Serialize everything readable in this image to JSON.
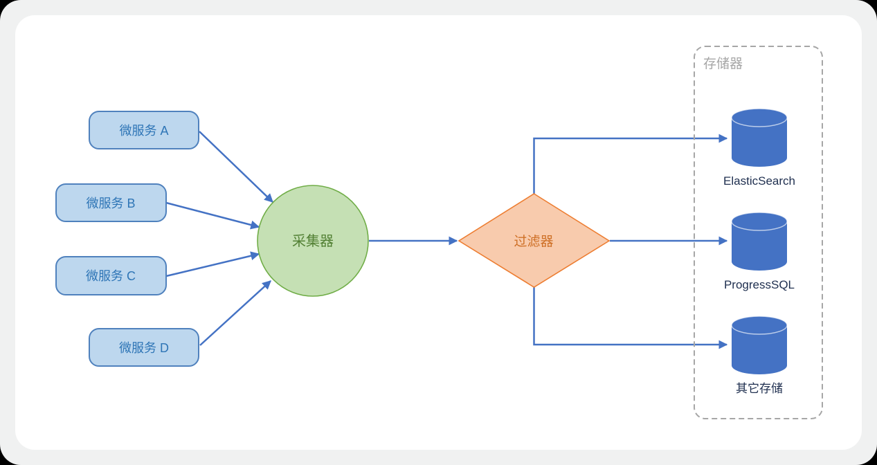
{
  "page": {
    "background": "#000000",
    "frame_color": "#f0f1f1",
    "canvas_color": "#ffffff"
  },
  "colors": {
    "arrow": "#4472C4",
    "service_fill": "#BDD7EE",
    "service_border": "#4F81BD",
    "service_text": "#2E75B6",
    "collector_fill": "#C5E0B4",
    "collector_border": "#70AD47",
    "collector_text": "#538135",
    "filter_fill": "#F8CBAD",
    "filter_border": "#ED7D31",
    "filter_text": "#CE6F25",
    "storage_group_border": "#A6A6A6",
    "storage_group_text": "#A6A6A6",
    "database_fill": "#4472C4",
    "store_label_text": "#203050"
  },
  "nodes": {
    "services": [
      {
        "label": "微服务 A"
      },
      {
        "label": "微服务 B"
      },
      {
        "label": "微服务 C"
      },
      {
        "label": "微服务 D"
      }
    ],
    "collector": {
      "label": "采集器"
    },
    "filter": {
      "label": "过滤器"
    },
    "storage_group": {
      "label": "存储器"
    },
    "stores": [
      {
        "label": "ElasticSearch"
      },
      {
        "label": "ProgressSQL"
      },
      {
        "label": "其它存储"
      }
    ]
  }
}
